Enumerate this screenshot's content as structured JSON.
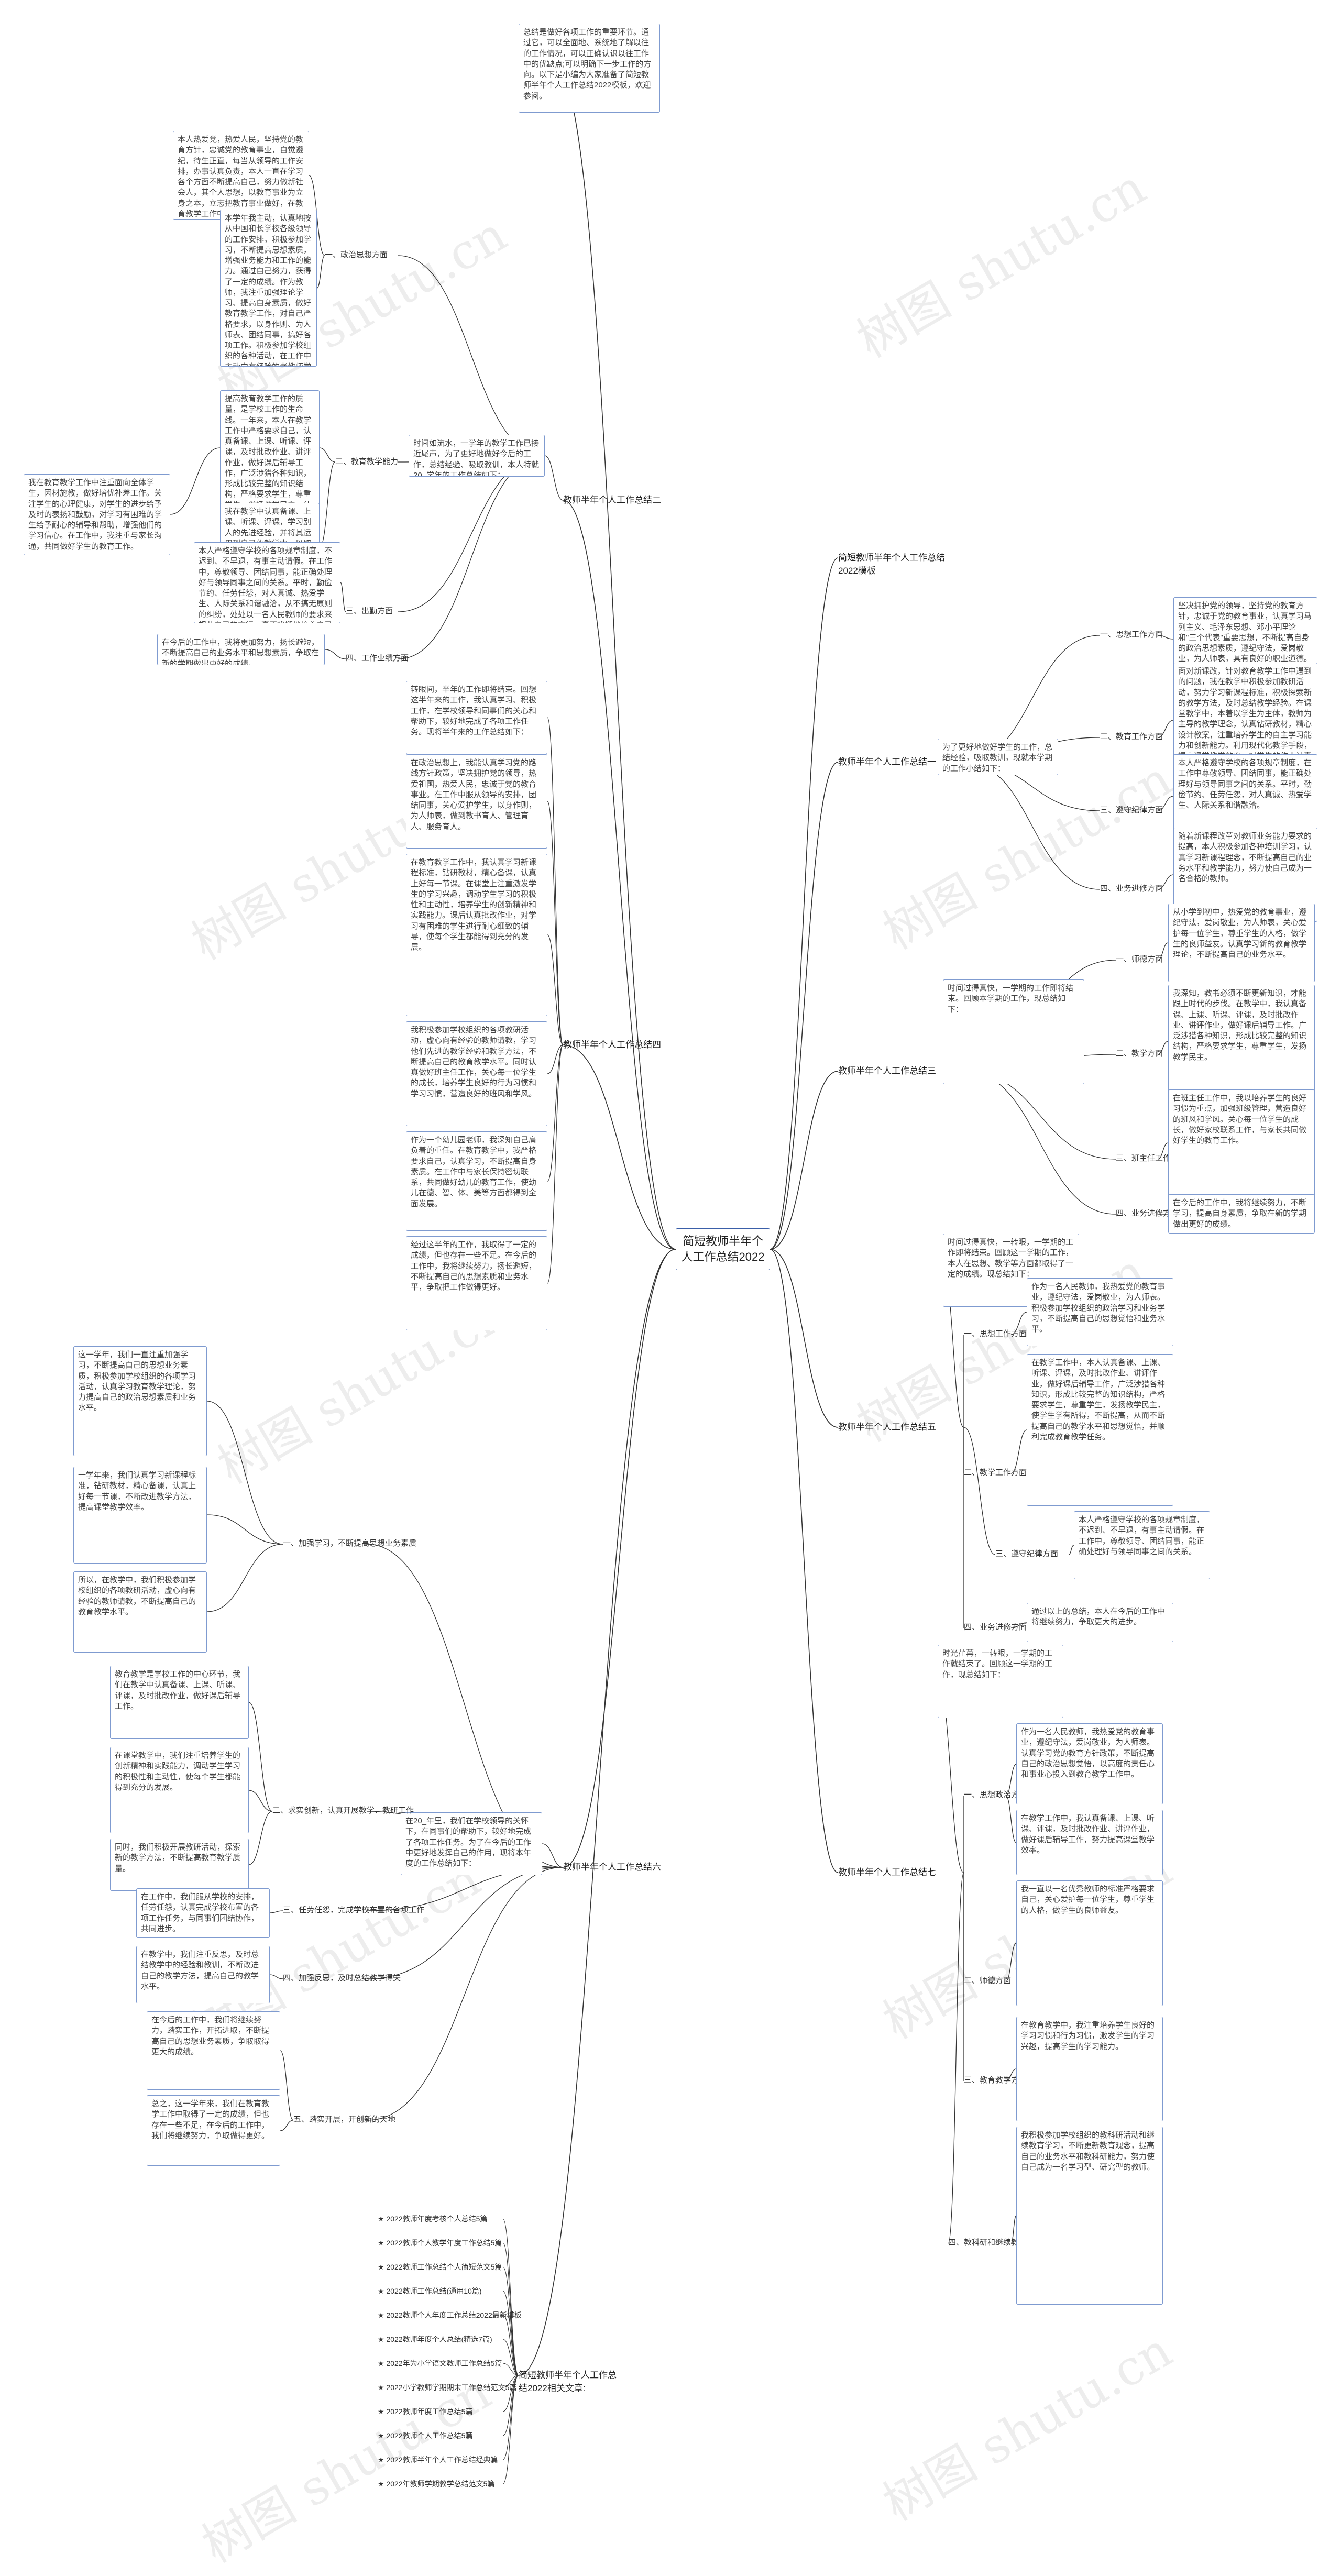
{
  "root": {
    "title": "简短教师半年个人工作总结2022"
  },
  "watermark": "树图 shutu.cn",
  "intro": "总结是做好各项工作的重要环节。通过它，可以全面地、系统地了解以往的工作情况，可以正确认识以往工作中的优缺点;可以明确下一步工作的方向。以下是小编为大家准备了简短教师半年个人工作总结2022模板，欢迎参阅。",
  "branches": {
    "b1": "简短教师半年个人工作总结2022模板",
    "b2": "教师半年个人工作总结二",
    "b3": "教师半年个人工作总结一",
    "b4": "教师半年个人工作总结四",
    "b5": "教师半年个人工作总结三",
    "b6": "教师半年个人工作总结五",
    "b7": "教师半年个人工作总结六",
    "b8": "教师半年个人工作总结七",
    "b9": "简短教师半年个人工作总结2022相关文章:"
  },
  "b2": {
    "intro": "时间如流水，一学年的教学工作已接近尾声，为了更好地做好今后的工作，总结经验、吸取教训，本人特就20_学年的工作总结如下：",
    "l1": "一、政治思想方面",
    "l1_t1": "本人热爱党，热爱人民，坚持党的教育方针，忠诚党的教育事业，自觉遵纪，待生正直，每当从领导的工作安排，办事认真负责，本人一直在学习各个方面不断提高自己，努力做新社会人，其个人思想，以教育事业为立身之本，立志把教育事业做好，在教育教学工作中，进一步学习和实践科学发展观，提高自己的思想觉悟。",
    "l1_t2": "本学年我主动，认真地按从中国和长学校各级领导的工作安排，积极参加学习，不断提高思想素质，增强业务能力和工作的能力。通过自己努力，获得了一定的成绩。作为教师，我注重加强理论学习、提高自身素质，做好教育教学工作，对自己严格要求，以身作则、为人师表、团结同事，搞好各项工作。积极参加学校组织的各种活动，在工作中主动向有经验的老教师学习，学习他们的教学方法，不断提高自身业务水平，使自己的教育教学工作更加成熟。",
    "l2": "二、教育教学能力",
    "l2_t1": "提高教育教学工作的质量，是学校工作的生命线。一年来，本人在教学工作中严格要求自己，认真备课、上课、听课、评课，及时批改作业、讲评作业，做好课后辅导工作，广泛涉猎各种知识，形成比较完整的知识结构，严格要求学生，尊重学生，发扬教学民主，使学生学有所得，不断提高，从而不断提高自己的教学水平和思想觉悟，并顺利完成教育教学任务。",
    "l2_t2": "我在教学中认真备课、上课、听课、评课，学习别人的先进经验，并将其运用到自己的教学中，以取长补短，不断提高自己的教学水平。在课堂教学中注重学生能力的培养，激发学生的学习兴趣，使学生主动参与到教学中来，充分调动学生学习的积极性，提高课堂教学效率。",
    "l2_left": "我在教育教学工作中注重面向全体学生，因材施教，做好培优补差工作。关注学生的心理健康，对学生的进步给予及时的表扬和鼓励，对学习有困难的学生给予耐心的辅导和帮助，增强他们的学习信心。在工作中，我注重与家长沟通，共同做好学生的教育工作。",
    "l2_t3": "本人严格遵守学校的各项规章制度，不迟到、不早退，有事主动请假。在工作中，尊敬领导、团结同事，能正确处理好与领导同事之间的关系。平时，勤俭节约、任劳任怨，对人真诚、热爱学生、人际关系和谐融洽，从不搞无原则的纠纷，处处以一名人民教师的要求来规范自己的言行，毫不松懈地培养自己的综合素质和能力。",
    "l3": "三、出勤方面",
    "l4_t": "在今后的工作中，我将更加努力，扬长避短，不断提高自己的业务水平和思想素质，争取在新的学期做出更好的成绩。",
    "l4": "四、工作业绩方面"
  },
  "b3": {
    "intro": "为了更好地做好学生的工作，总结经验，吸取教训，现就本学期的工作小结如下：",
    "l1": "一、思想工作方面",
    "t1": "坚决拥护党的领导，坚持党的教育方针，忠诚于党的教育事业，认真学习马列主义、毛泽东思想、邓小平理论和\"三个代表\"重要思想，不断提高自身的政治思想素质，遵纪守法，爱岗敬业，为人师表，具有良好的职业道德。",
    "l2": "二、教育工作方面",
    "t2": "面对新课改，针对教育教学工作中遇到的问题，我在教学中积极参加教研活动，努力学习新课程标准，积极探索新的教学方法，及时总结教学经验。在课堂教学中，本着以学生为主体，教师为主导的教学理念，认真钻研教材，精心设计教案，注重培养学生的自主学习能力和创新能力。利用现代化教学手段，提高课堂教学效率。对学生的作业认真批改，及时讲评，对学习困难的学生耐心辅导，使他们都能有所进步。",
    "l3": "三、遵守纪律方面",
    "t3": "本人严格遵守学校的各项规章制度，在工作中尊敬领导、团结同事，能正确处理好与领导同事之间的关系。平时，勤俭节约、任劳任怨，对人真诚、热爱学生、人际关系和谐融洽。",
    "l4": "四、业务进修方面",
    "t4": "随着新课程改革对教师业务能力要求的提高，本人积极参加各种培训学习，认真学习新课程理念，不断提高自己的业务水平和教学能力，努力使自己成为一名合格的教师。"
  },
  "b4": {
    "t1": "转眼间，半年的工作即将结束。回想这半年来的工作，我认真学习、积极工作，在学校领导和同事们的关心和帮助下，较好地完成了各项工作任务。现将半年来的工作总结如下：",
    "t2": "在政治思想上，我能认真学习党的路线方针政策，坚决拥护党的领导，热爱祖国，热爱人民，忠诚于党的教育事业。在工作中服从领导的安排，团结同事，关心爱护学生，以身作则，为人师表，做到教书育人、管理育人、服务育人。",
    "t3": "在教育教学工作中，我认真学习新课程标准，钻研教材，精心备课，认真上好每一节课。在课堂上注重激发学生的学习兴趣，调动学生学习的积极性和主动性，培养学生的创新精神和实践能力。课后认真批改作业，对学习有困难的学生进行耐心细致的辅导，使每个学生都能得到充分的发展。",
    "t4": "我积极参加学校组织的各项教研活动，虚心向有经验的教师请教，学习他们先进的教学经验和教学方法，不断提高自己的教育教学水平。同时认真做好班主任工作，关心每一位学生的成长，培养学生良好的行为习惯和学习习惯，营造良好的班风和学风。",
    "t5": "作为一个幼儿园老师，我深知自己肩负着的重任。在教育教学中，我严格要求自己，认真学习，不断提高自身素质。在工作中与家长保持密切联系，共同做好幼儿的教育工作，使幼儿在德、智、体、美等方面都得到全面发展。",
    "t6": "经过这半年的工作，我取得了一定的成绩，但也存在一些不足。在今后的工作中，我将继续努力，扬长避短，不断提高自己的思想素质和业务水平，争取把工作做得更好。"
  },
  "b5": {
    "intro": "时间过得真快，一学期的工作即将结束。回顾本学期的工作，现总结如下：",
    "l1": "一、师德方面",
    "t1": "从小学到初中，热爱党的教育事业，遵纪守法，爱岗敬业，为人师表，关心爱护每一位学生，尊重学生的人格，做学生的良师益友。认真学习新的教育教学理论，不断提高自己的业务水平。",
    "l2": "二、教学方面",
    "t2": "我深知，教书必须不断更新知识，才能跟上时代的步伐。在教学中，我认真备课、上课、听课、评课，及时批改作业、讲评作业，做好课后辅导工作。广泛涉猎各种知识，形成比较完整的知识结构，严格要求学生，尊重学生，发扬教学民主。",
    "l3": "三、班主任工作方面",
    "t3": "在班主任工作中，我以培养学生的良好习惯为重点，加强班级管理，营造良好的班风和学风。关心每一位学生的成长，做好家校联系工作，与家长共同做好学生的教育工作。",
    "l4": "四、业务进修方面",
    "t4": "在今后的工作中，我将继续努力，不断学习，提高自身素质，争取在新的学期做出更好的成绩。"
  },
  "b6": {
    "intro": "时间过得真快，一转眼，一学期的工作即将结束。回顾这一学期的工作，本人在思想、教学等方面都取得了一定的成绩。现总结如下：",
    "l1": "一、思想工作方面",
    "t1": "作为一名人民教师，我热爱党的教育事业，遵纪守法，爱岗敬业，为人师表。积极参加学校组织的政治学习和业务学习，不断提高自己的思想觉悟和业务水平。",
    "l2": "二、教学工作方面",
    "t2": "在教学工作中，本人认真备课、上课、听课、评课，及时批改作业、讲评作业，做好课后辅导工作，广泛涉猎各种知识，形成比较完整的知识结构，严格要求学生，尊重学生，发扬教学民主，使学生学有所得，不断提高，从而不断提高自己的教学水平和思想觉悟，并顺利完成教育教学任务。",
    "l3": "三、遵守纪律方面",
    "t3": "本人严格遵守学校的各项规章制度，不迟到、不早退，有事主动请假。在工作中，尊敬领导、团结同事，能正确处理好与领导同事之间的关系。",
    "l4": "四、业务进修方面",
    "t4": "通过以上的总结，本人在今后的工作中将继续努力，争取更大的进步。"
  },
  "b7": {
    "intro": "在20_年里，我们在学校领导的关怀下，在同事们的帮助下，较好地完成了各项工作任务。为了在今后的工作中更好地发挥自己的作用，现将本年度的工作总结如下：",
    "l1": "一、加强学习，不断提高思想业务素质",
    "t1": "这一学年，我们一直注重加强学习，不断提高自己的思想业务素质，积极参加学校组织的各项学习活动，认真学习教育教学理论，努力提高自己的政治思想素质和业务水平。",
    "t2": "一学年来，我们认真学习新课程标准，钻研教材，精心备课，认真上好每一节课，不断改进教学方法，提高课堂教学效率。",
    "t3": "所以，在教学中，我们积极参加学校组织的各项教研活动，虚心向有经验的教师请教，不断提高自己的教育教学水平。",
    "l2": "二、求实创新，认真开展教学、教研工作",
    "t4": "教育教学是学校工作的中心环节，我们在教学中认真备课、上课、听课、评课，及时批改作业，做好课后辅导工作。",
    "t5": "在课堂教学中，我们注重培养学生的创新精神和实践能力，调动学生学习的积极性和主动性，使每个学生都能得到充分的发展。",
    "t6": "同时，我们积极开展教研活动，探索新的教学方法，不断提高教育教学质量。",
    "l3": "三、任劳任怨，完成学校布置的各项工作",
    "t7": "在工作中，我们服从学校的安排，任劳任怨，认真完成学校布置的各项工作任务，与同事们团结协作，共同进步。",
    "l4": "四、加强反思，及时总结教学得失",
    "t8": "在教学中，我们注重反思，及时总结教学中的经验和教训，不断改进自己的教学方法，提高自己的教学水平。",
    "l5": "五、踏实开展，开创新的天地",
    "t9": "在今后的工作中，我们将继续努力，踏实工作，开拓进取，不断提高自己的思想业务素质，争取取得更大的成绩。",
    "t10": "总之，这一学年来，我们在教育教学工作中取得了一定的成绩，但也存在一些不足，在今后的工作中，我们将继续努力，争取做得更好。"
  },
  "b8": {
    "intro": "时光荏苒，一转眼，一学期的工作就结束了。回顾这一学期的工作，现总结如下：",
    "l1": "一、思想政治方面",
    "t1": "作为一名人民教师，我热爱党的教育事业，遵纪守法，爱岗敬业，为人师表。认真学习党的教育方针政策，不断提高自己的政治思想觉悟，以高度的责任心和事业心投入到教育教学工作中。",
    "t2": "在教学工作中，我认真备课、上课、听课、评课，及时批改作业、讲评作业，做好课后辅导工作，努力提高课堂教学效率。",
    "l2": "二、师德方面",
    "t3": "我一直以一名优秀教师的标准严格要求自己，关心爱护每一位学生，尊重学生的人格，做学生的良师益友。",
    "l3": "三、教育教学方面",
    "t4": "在教育教学中，我注重培养学生良好的学习习惯和行为习惯，激发学生的学习兴趣，提高学生的学习能力。",
    "l4": "四、教科研和继续教育",
    "t5": "我积极参加学校组织的教科研活动和继续教育学习，不断更新教育观念，提高自己的业务水平和教科研能力，努力使自己成为一名学习型、研究型的教师。"
  },
  "related": [
    "★ 2022教师年度考核个人总结5篇",
    "★ 2022教师个人教学年度工作总结5篇",
    "★ 2022教师工作总结个人简短范文5篇",
    "★ 2022教师工作总结(通用10篇)",
    "★ 2022教师个人年度工作总结2022最新模板",
    "★ 2022教师年度个人总结(精选7篇)",
    "★ 2022年为小学语文教师工作总结5篇",
    "★ 2022小学教师学期期末工作总结范文5篇",
    "★ 2022教师年度工作总结5篇",
    "★ 2022教师个人工作总结5篇",
    "★ 2022教师半年个人工作总结经典篇",
    "★ 2022年教师学期教学总结范文5篇"
  ]
}
